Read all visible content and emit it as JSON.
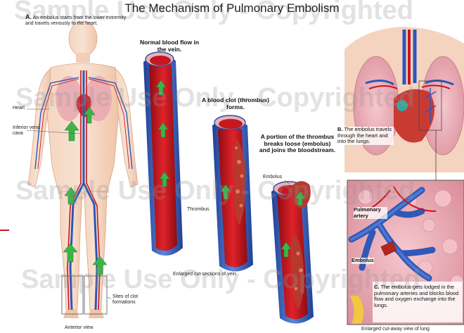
{
  "title": "The Mechanism of Pulmonary Embolism",
  "watermark": "Sample Use Only - Copyrighted",
  "panel_a": {
    "letter": "A.",
    "text": "An embolus starts from the lower extremity and travels venously to the heart.",
    "labels": {
      "heart": "Heart",
      "ivc": "Inferior vena cava",
      "clot_sites": "Sites of clot formations",
      "view": "Anterior view"
    }
  },
  "vein": {
    "normal": "Normal blood flow in the vein.",
    "clot_forms": "A blood clot (thrombus) forms.",
    "loose": "A portion of the thrombus breaks loose (embolus) and joins the bloodstream.",
    "thrombus": "Thrombus",
    "embolus": "Embolus",
    "caption": "Enlarged cut-sections of vein"
  },
  "panel_b": {
    "letter": "B.",
    "text": "The embolus travels through the heart and into the lungs."
  },
  "panel_c": {
    "letter": "C.",
    "text": "The embolus gets lodged in the pulmonary arteries and blocks blood flow and oxygen exchange into the lungs.",
    "pulmonary_artery": "Pulmonary artery",
    "embolus": "Embolus",
    "caption": "Enlarged cut-away view of lung"
  },
  "colors": {
    "blood": "#c8141c",
    "vein_wall": "#2f58b8",
    "arrow": "#39b54a",
    "lung": "#e9aeb6",
    "skin": "#f3c9ae"
  }
}
